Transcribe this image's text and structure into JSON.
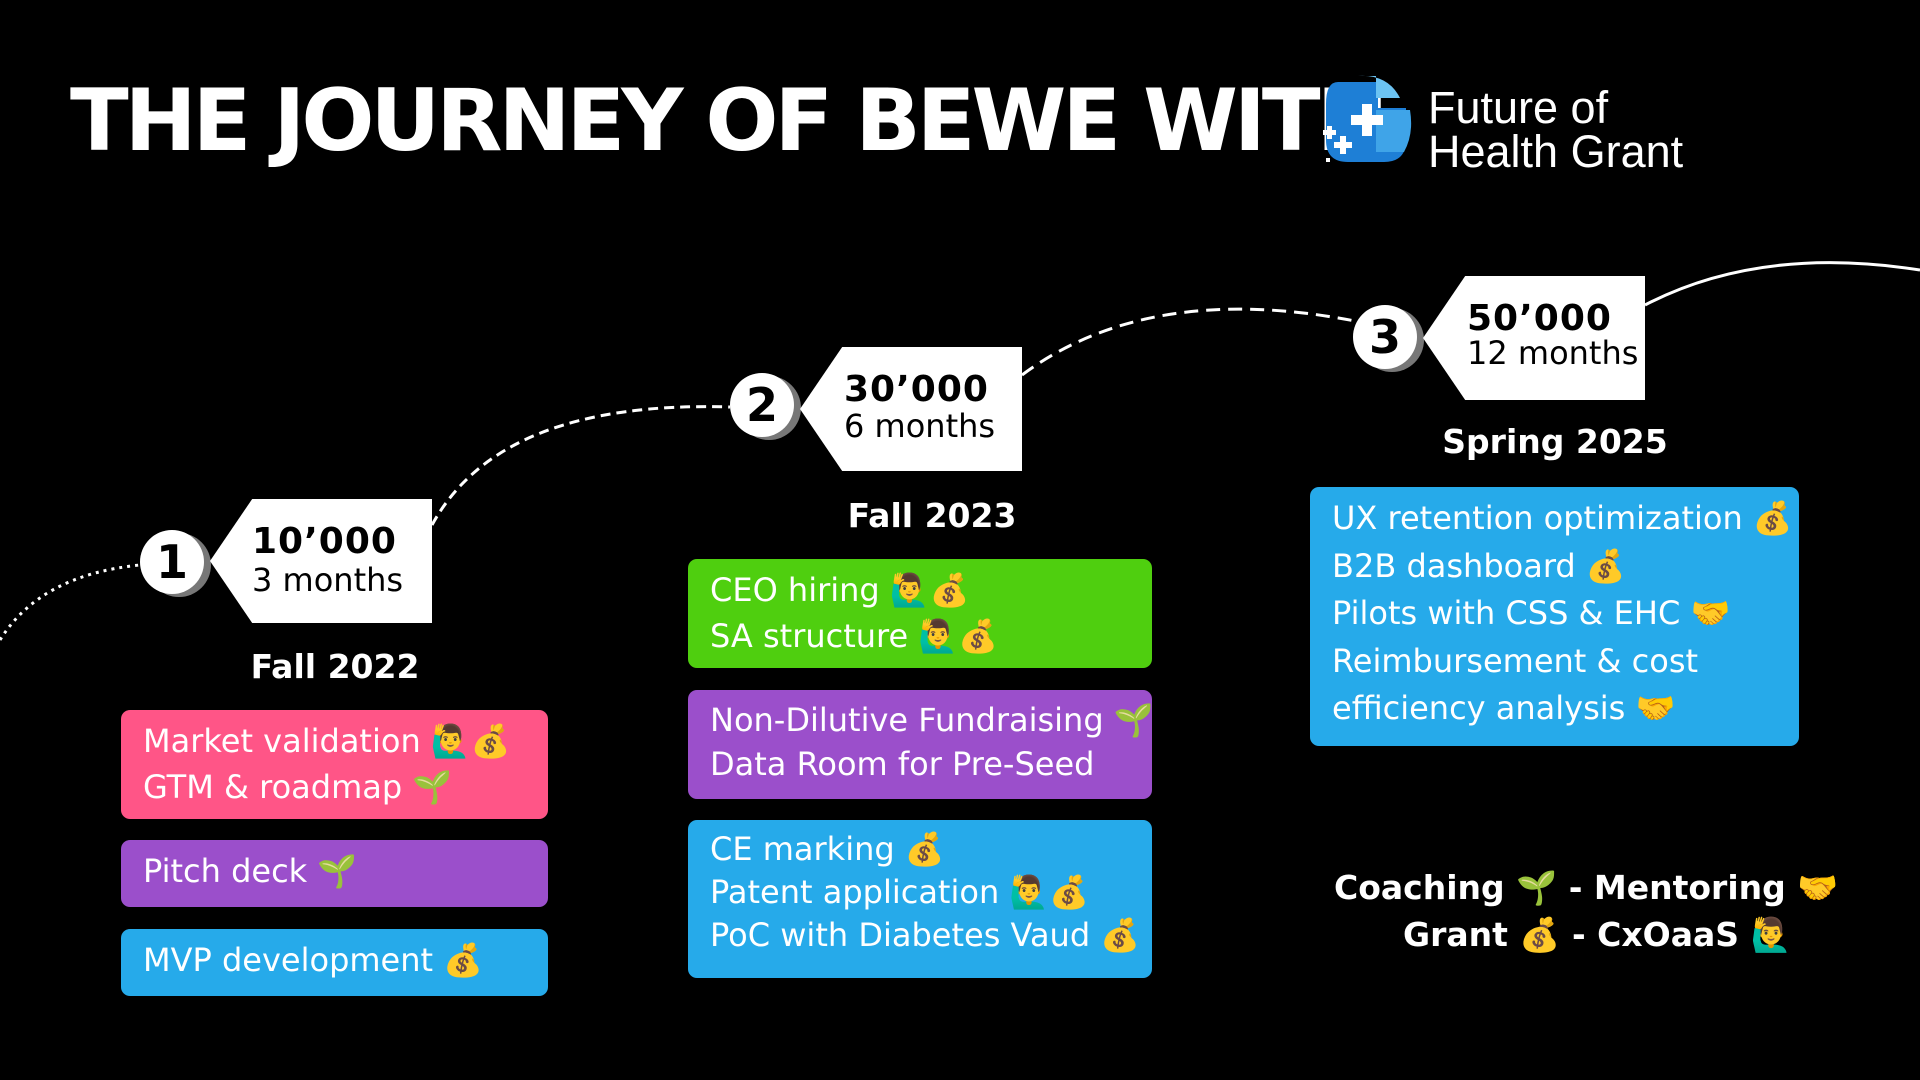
{
  "header": {
    "title": "THE JOURNEY OF BEWE WITH",
    "logo_line1": "Future of",
    "logo_line2": "Health Grant"
  },
  "stages": [
    {
      "number": "1",
      "amount": "10’000",
      "duration": "3 months",
      "season": "Fall 2022",
      "cards": [
        {
          "color": "pink",
          "lines": [
            "Market validation 🙋‍♂️💰",
            "GTM & roadmap 🌱"
          ]
        },
        {
          "color": "purple",
          "lines": [
            "Pitch deck 🌱"
          ]
        },
        {
          "color": "blue",
          "lines": [
            "MVP development 💰"
          ]
        }
      ]
    },
    {
      "number": "2",
      "amount": "30’000",
      "duration": "6 months",
      "season": "Fall 2023",
      "cards": [
        {
          "color": "green",
          "lines": [
            "CEO hiring 🙋‍♂️💰",
            "SA structure 🙋‍♂️💰"
          ]
        },
        {
          "color": "purple",
          "lines": [
            "Non-Dilutive Fundraising 🌱",
            "Data Room for Pre-Seed"
          ]
        },
        {
          "color": "blue",
          "lines": [
            "CE marking 💰",
            "Patent application 🙋‍♂️💰",
            "PoC with Diabetes Vaud 💰"
          ]
        }
      ]
    },
    {
      "number": "3",
      "amount": "50’000",
      "duration": "12 months",
      "season": "Spring 2025",
      "cards": [
        {
          "color": "blue",
          "lines": [
            "UX retention optimization 💰",
            "B2B dashboard 💰",
            "Pilots with CSS & EHC 🤝",
            "Reimbursement & cost",
            "efficiency analysis 🤝"
          ]
        }
      ]
    }
  ],
  "legend": {
    "line1": "Coaching 🌱 -  Mentoring 🤝",
    "line2": "Grant 💰 -  CxOaaS 🙋‍♂️"
  },
  "colors": {
    "pink": "#ff5587",
    "purple": "#9b4fcb",
    "blue": "#26aaea",
    "green": "#4fcf0f",
    "background": "#000000"
  }
}
